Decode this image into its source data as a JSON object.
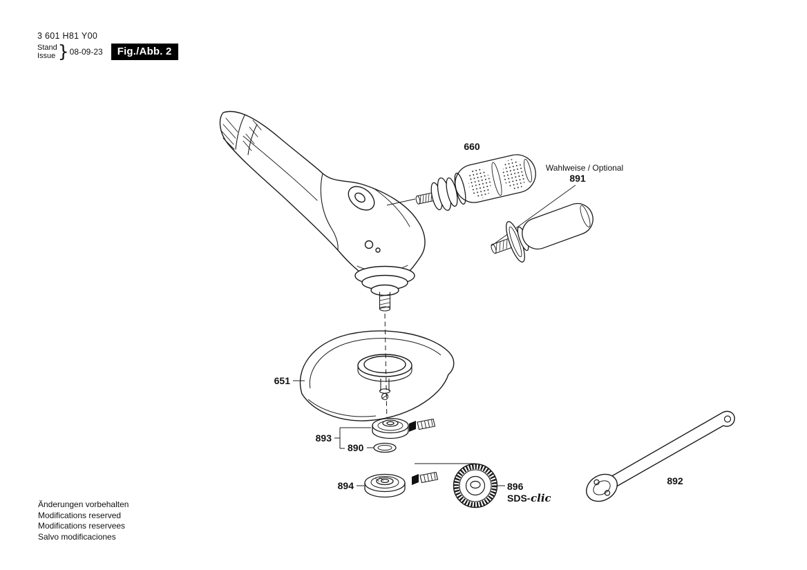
{
  "header": {
    "part_number": "3 601 H81 Y00",
    "revision": {
      "label_de": "Stand",
      "label_en": "Issue",
      "brace": "}",
      "date": "08-09-23"
    },
    "figure_label": "Fig./Abb. 2"
  },
  "parts": {
    "aux_handle": {
      "id": "660"
    },
    "optional_handle": {
      "id": "891",
      "note": "Wahlweise / Optional"
    },
    "wheel_guard": {
      "id": "651"
    },
    "mounting_flange": {
      "id": "893"
    },
    "o_ring": {
      "id": "890"
    },
    "clamping_flange": {
      "id": "894"
    },
    "quick_clamping_nut": {
      "id": "896",
      "brand_prefix": "SDS-",
      "brand_suffix": "clic"
    },
    "pin_wrench": {
      "id": "892"
    }
  },
  "footer": {
    "lines": [
      "Änderungen vorbehalten",
      "Modifications reserved",
      "Modifications reservees",
      "Salvo modificaciones"
    ]
  }
}
